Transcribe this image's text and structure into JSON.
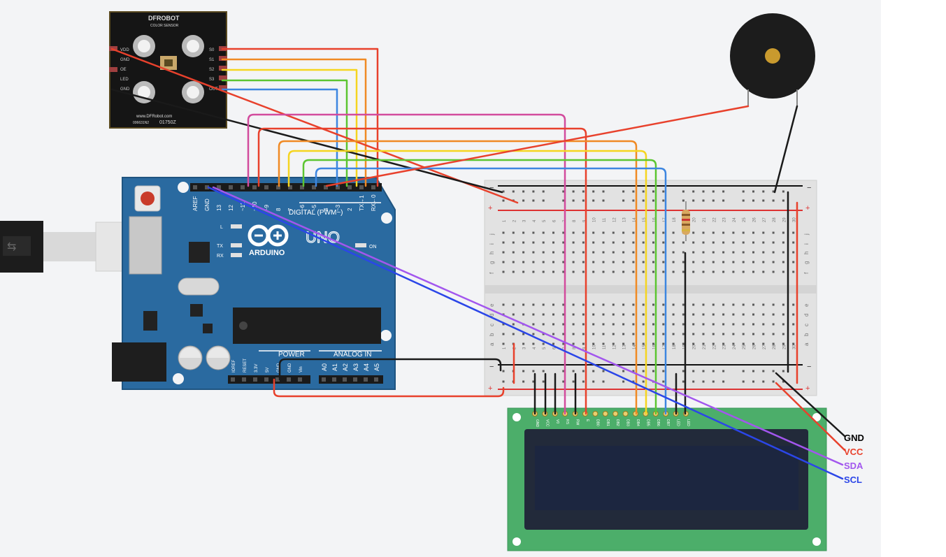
{
  "sensor": {
    "brand": "DFROBOT",
    "title": "COLOR SENSOR",
    "url": "www.DFRobot.com",
    "code_a": "006631N2",
    "code_b": "01750Z",
    "pins_left": [
      "VDD",
      "GND",
      "OE",
      "LED",
      "GND"
    ],
    "pins_right": [
      "S0",
      "S1",
      "S2",
      "S3",
      "OUT"
    ]
  },
  "arduino": {
    "model": "UNO",
    "brand": "ARDUINO",
    "digital_header": "DIGITAL (PWM~)",
    "on_label": "ON",
    "led_l": "L",
    "led_tx": "TX",
    "led_rx": "RX",
    "power_header": "POWER",
    "analog_header": "ANALOG IN",
    "top_pins": [
      "AREF",
      "GND",
      "13",
      "12",
      "~11",
      "~10",
      "~9",
      "8",
      "7",
      "~6",
      "~5",
      "4",
      "~3",
      "2",
      "TX→1",
      "RX←0"
    ],
    "power_pins": [
      "IOREF",
      "RESET",
      "3.3V",
      "5V",
      "GND",
      "GND",
      "Vin"
    ],
    "analog_pins": [
      "A0",
      "A1",
      "A2",
      "A3",
      "A4",
      "A5"
    ]
  },
  "breadboard": {
    "col_numbers": [
      "1",
      "2",
      "3",
      "4",
      "5",
      "6",
      "7",
      "8",
      "9",
      "10",
      "11",
      "12",
      "13",
      "14",
      "15",
      "16",
      "17",
      "18",
      "19",
      "20",
      "21",
      "22",
      "23",
      "24",
      "25",
      "26",
      "27",
      "28",
      "29",
      "30"
    ],
    "rows_top": [
      "j",
      "i",
      "h",
      "g",
      "f"
    ],
    "rows_bottom": [
      "e",
      "d",
      "c",
      "b",
      "a"
    ],
    "rail_minus": "−",
    "rail_plus": "+"
  },
  "lcd": {
    "pins": [
      "GND",
      "VCC",
      "V0",
      "RS",
      "RW",
      "E",
      "DB0",
      "DB1",
      "DB2",
      "DB3",
      "DB4",
      "DB5",
      "DB6",
      "DB7",
      "LED",
      "LED"
    ]
  },
  "legend": [
    {
      "label": "GND",
      "color": "#000000"
    },
    {
      "label": "VCC",
      "color": "#e8412c"
    },
    {
      "label": "SDA",
      "color": "#a256ee"
    },
    {
      "label": "SCL",
      "color": "#2b46e8"
    }
  ],
  "colors": {
    "red": "#e8412c",
    "orange": "#f08a24",
    "yellow": "#f5d520",
    "green": "#5cc531",
    "blue": "#3d86e0",
    "pink": "#d24b9d",
    "black": "#1a1a1a",
    "purple": "#a256ee",
    "scl_blue": "#2b46e8",
    "arduino_blue": "#2a6aa0",
    "lcd_green": "#4cae6a",
    "lcd_screen": "#1c2640"
  }
}
